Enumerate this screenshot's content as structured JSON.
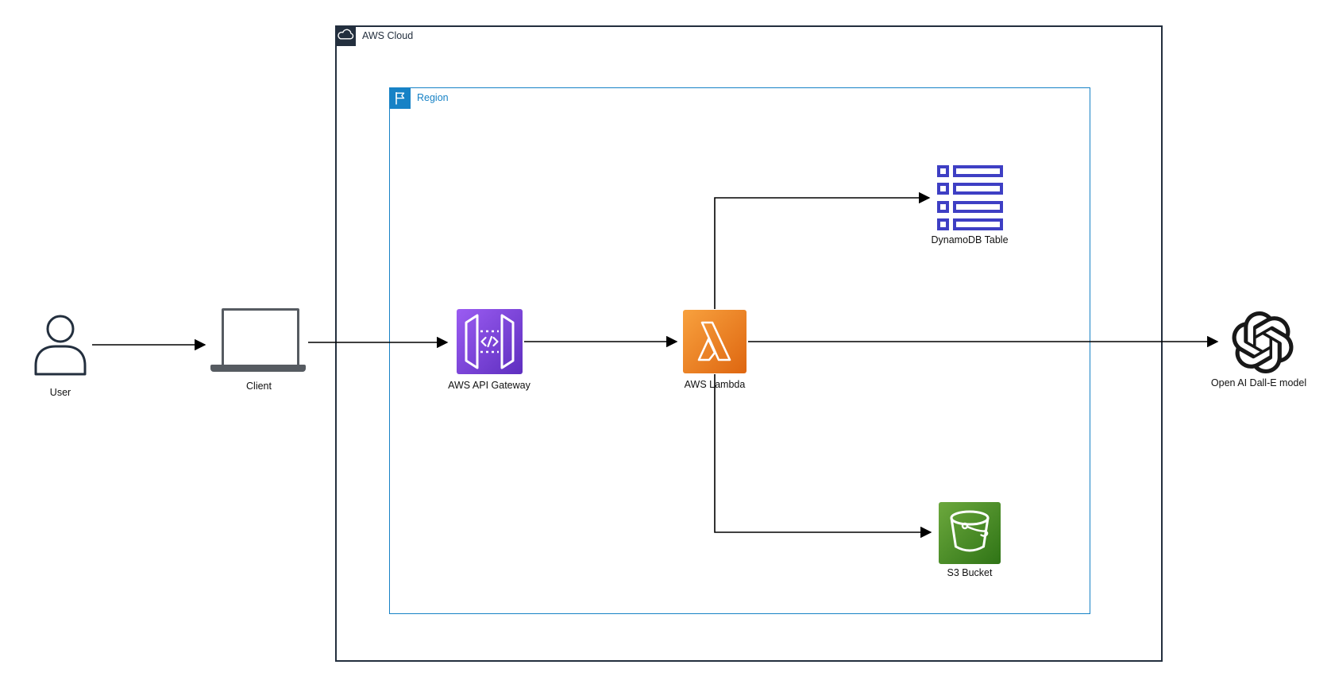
{
  "diagram_type": "aws-architecture-diagram",
  "background": "#FFFFFF",
  "containers": {
    "aws_cloud": {
      "label": "AWS Cloud",
      "border_color": "#232F3E",
      "badge_icon": "aws-cloud-icon"
    },
    "region": {
      "label": "Region",
      "border_color": "#1782C6",
      "badge_icon": "region-flag-icon"
    }
  },
  "nodes": {
    "user": {
      "label": "User",
      "icon": "user-icon",
      "color": "#232F3E"
    },
    "client": {
      "label": "Client",
      "icon": "laptop-icon",
      "color": "#565B61"
    },
    "api_gateway": {
      "label": "AWS API Gateway",
      "icon": "api-gateway-icon",
      "color_top": "#9B5CF2",
      "color_bottom": "#5E2FBF"
    },
    "lambda": {
      "label": "AWS Lambda",
      "icon": "lambda-icon",
      "color_top": "#F8A13E",
      "color_bottom": "#DE6610"
    },
    "dynamodb": {
      "label": "DynamoDB Table",
      "icon": "dynamodb-table-icon",
      "color": "#3E3FC4"
    },
    "s3": {
      "label": "S3 Bucket",
      "icon": "s3-bucket-icon",
      "color_top": "#6CA83D",
      "color_bottom": "#2F7416"
    },
    "openai": {
      "label": "Open AI Dall-E model",
      "icon": "openai-logo-icon",
      "color": "#181818"
    }
  },
  "edges": [
    {
      "from": "User",
      "to": "Client"
    },
    {
      "from": "Client",
      "to": "AWS API Gateway"
    },
    {
      "from": "AWS API Gateway",
      "to": "AWS Lambda"
    },
    {
      "from": "AWS Lambda",
      "to": "DynamoDB Table"
    },
    {
      "from": "AWS Lambda",
      "to": "Open AI Dall-E model"
    },
    {
      "from": "AWS Lambda",
      "to": "S3 Bucket"
    }
  ],
  "connector_color": "#000000"
}
